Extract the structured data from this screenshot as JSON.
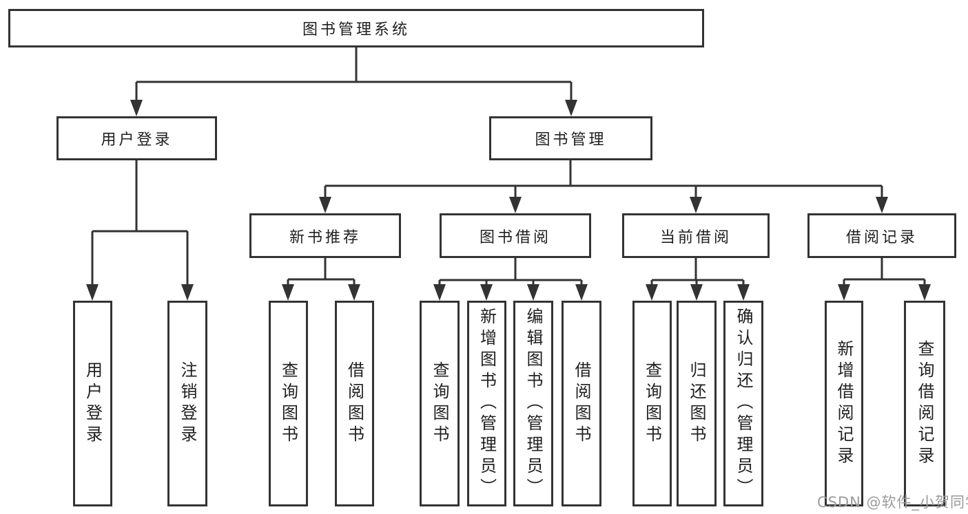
{
  "colors": {
    "line": "#333333",
    "border": "#333333",
    "text": "#1f1f1f",
    "background": "#ffffff",
    "watermark": "#9b9b9b"
  },
  "root": {
    "label": "图书管理系统"
  },
  "login": {
    "label": "用户登录",
    "leaves": [
      {
        "label": "用户登录"
      },
      {
        "label": "注销登录"
      }
    ]
  },
  "management": {
    "label": "图书管理",
    "groups": [
      {
        "label": "新书推荐",
        "leaves": [
          {
            "label": "查询图书"
          },
          {
            "label": "借阅图书"
          }
        ]
      },
      {
        "label": "图书借阅",
        "leaves": [
          {
            "label": "查询图书"
          },
          {
            "label": "新增图书（管理员）"
          },
          {
            "label": "编辑图书（管理员）"
          },
          {
            "label": "借阅图书"
          }
        ]
      },
      {
        "label": "当前借阅",
        "leaves": [
          {
            "label": "查询图书"
          },
          {
            "label": "归还图书"
          },
          {
            "label": "确认归还（管理员）"
          }
        ]
      },
      {
        "label": "借阅记录",
        "leaves": [
          {
            "label": "新增借阅记录"
          },
          {
            "label": "查询借阅记录"
          }
        ]
      }
    ]
  },
  "watermark": {
    "text": "CSDN @软件_小贺同学"
  }
}
